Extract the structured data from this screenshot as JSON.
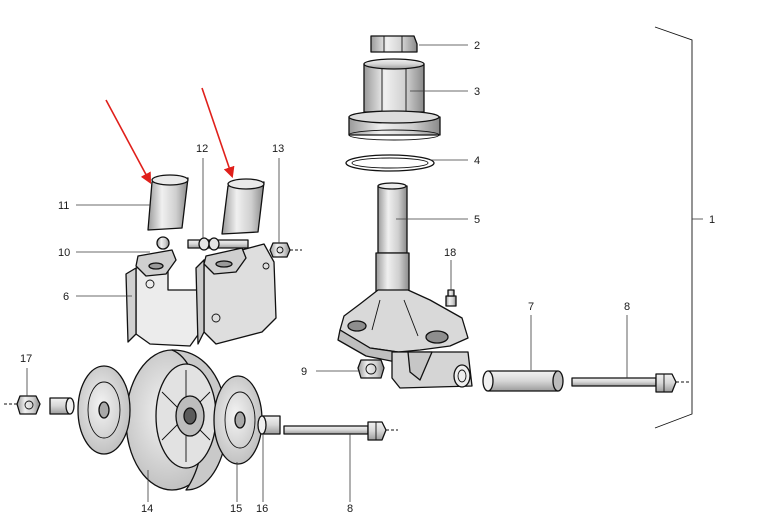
{
  "figure": {
    "kind": "exploded parts diagram",
    "colors": {
      "line": "#111111",
      "metal": "#e6e6e6",
      "metal_dark": "#b4b4b4",
      "shadow": "#8c8c8c",
      "highlight_arrow": "#e0201b",
      "background": "#ffffff"
    }
  },
  "callouts": [
    {
      "id": "c1",
      "label": "1"
    },
    {
      "id": "c2",
      "label": "2"
    },
    {
      "id": "c3",
      "label": "3"
    },
    {
      "id": "c4",
      "label": "4"
    },
    {
      "id": "c5",
      "label": "5"
    },
    {
      "id": "c6",
      "label": "6"
    },
    {
      "id": "c7",
      "label": "7"
    },
    {
      "id": "c8a",
      "label": "8"
    },
    {
      "id": "c8b",
      "label": "8"
    },
    {
      "id": "c9",
      "label": "9"
    },
    {
      "id": "c10",
      "label": "10"
    },
    {
      "id": "c11",
      "label": "11"
    },
    {
      "id": "c12",
      "label": "12"
    },
    {
      "id": "c13",
      "label": "13"
    },
    {
      "id": "c14",
      "label": "14"
    },
    {
      "id": "c15",
      "label": "15"
    },
    {
      "id": "c16",
      "label": "16"
    },
    {
      "id": "c17",
      "label": "17"
    },
    {
      "id": "c18",
      "label": "18"
    }
  ],
  "highlight_arrows": [
    {
      "id": "arrow-left",
      "points_to": "11"
    },
    {
      "id": "arrow-right",
      "points_to": "11"
    }
  ]
}
